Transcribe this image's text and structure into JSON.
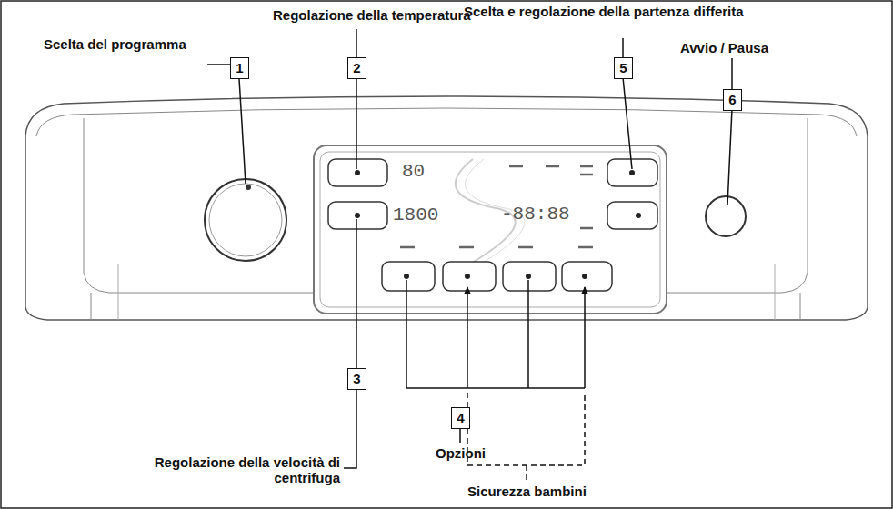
{
  "diagram": {
    "nodes": [
      {
        "text": [
          "1"
        ]
      },
      {
        "text": [
          "2"
        ]
      },
      {
        "text": [
          "5"
        ]
      },
      {
        "text": [
          "6"
        ]
      },
      {
        "text": [
          "3"
        ]
      },
      {
        "text": [
          "4"
        ]
      }
    ],
    "labels": [
      "Scelta del programma",
      "Regolazione della temperatura",
      "Scelta e regolazione della partenza differita",
      "Avvio / Pausa",
      "80",
      "1800",
      "-88:88",
      "Regolazione della velocità di centrifuga",
      "Opzioni",
      "Sicurezza bambini"
    ]
  }
}
